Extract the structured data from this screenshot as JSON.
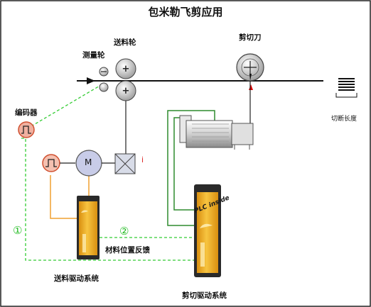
{
  "title": "包米勒飞剪应用",
  "labels": {
    "feed_roller": "送料轮",
    "measuring_wheel": "测量轮",
    "encoder": "编码器",
    "cutter": "剪切刀",
    "cut_length": "切断长度",
    "motor": "M",
    "gear_index": "i",
    "material_feedback": "材料位置反馈",
    "feed_drive_system": "送料驱动系统",
    "shear_drive_system": "剪切驱动系统",
    "marker_1": "①",
    "marker_2": "②",
    "plc_inside": "PLC inside"
  },
  "colors": {
    "orange_line": "#f0a030",
    "green_dashed": "#33cc33",
    "green_line": "#2e8b2e",
    "drive_yellow": "#f5b820",
    "pulse_red": "#e04030",
    "triangle_red": "#dd0000",
    "motor_blue": "#c8cce8"
  }
}
